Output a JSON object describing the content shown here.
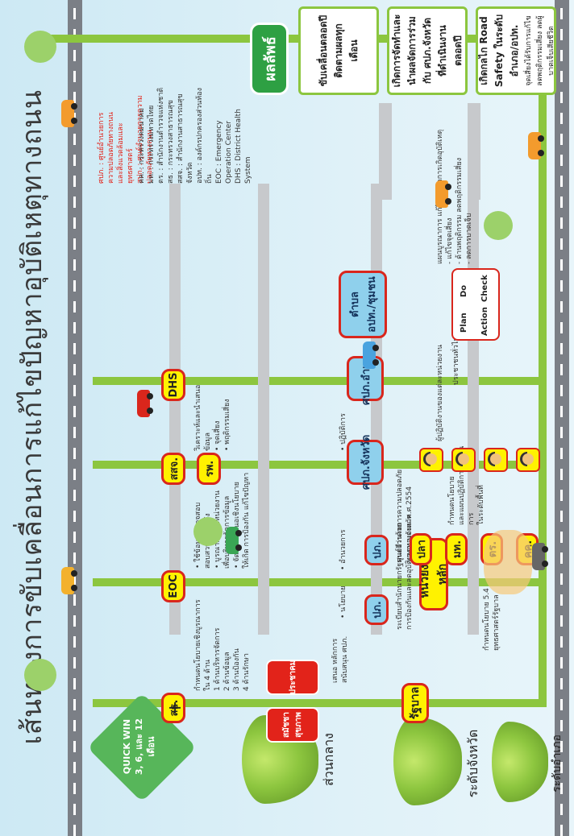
{
  "title": "เส้นทางการขับเคลื่อนการแก้ไขปัญหาอุบัติเหตุทางถนน",
  "quick_win": {
    "line1": "QUICK WIN",
    "line2": "3, 6, และ 12",
    "line3": "เดือน"
  },
  "levels": {
    "central": "ส่วนกลาง",
    "province": "ระดับจังหวัด",
    "district": "ระดับอำเภอ"
  },
  "nodes": {
    "sor": "สธ.",
    "eoc": "EOC",
    "sorsor": "สสจ.",
    "sorwor": "รพ.",
    "dhs": "DHS",
    "rataban": "รัฐบาล",
    "main_agency": "หน่วยงานหลัก",
    "kk": "คค.",
    "ms": "มท.",
    "tr": "ตร.",
    "other": "ปลา",
    "pormor": "ปภ.",
    "pormor2": "ปภ.",
    "sopor_prov": "ศปภ.จังหวัด",
    "sopor_dist": "ศปภ.อำเภอ",
    "tambon": "ตำบล\nอปท./ชุมชน",
    "health_assembly": "สมัชชาสุขภาพ",
    "prachakom": "ประชาคม",
    "plan": "Plan",
    "do": "Do",
    "action": "Action",
    "check": "Check",
    "result": "ผลลัพธ์"
  },
  "notes": {
    "policy_4": [
      "กำหนดนโยบายเชิงบูรณาการใน 4 ด้าน",
      "1 ด้านบริหารจัดการ",
      "2 ด้านข้อมูล",
      "3 ด้านป้องกัน",
      "4 ด้านรักษา"
    ],
    "proposal": [
      "เสนอ หลักการ",
      "สนับสนุน ศปภ."
    ],
    "policy_main": [
      "กำหนดนโยบาย 5.4",
      "ยุทธศาสตร์รัฐบาล"
    ],
    "eoc_notes": [
      "• ใช้ข้อมูล ตรวจสอบ",
      "  สอบสวน เฝ้าระวัง",
      "• บูรณาการทุกหน่วยงาน",
      "  เพื่อบริหารจัดการข้อมูล",
      "• จัดทำข้อเสนอเชิงนโยบาย",
      "  ให้เกิด การป้องกัน แก้ไขปัญหา"
    ],
    "policy_dept": "• นโยบาย",
    "command": "• อำนวยการ",
    "operation": "• ปฏิบัติการ",
    "province_notes": [
      "วิเคราะห์และนำเสนอข้อมูล",
      "• จุดเสี่ยง",
      "• พฤติกรรมเสี่ยง"
    ],
    "law": [
      "ระเบียบสำนักนายกรัฐมนตรีว่าด้วย",
      "การป้องกันและลดอุบัติเหตุทางถนน พ.ศ.2554"
    ],
    "coord": [
      "ศูนย์อำนวยการความปลอดภัย",
      "ทางถนนจังหวัด"
    ],
    "enforce": [
      "กำหนดนโยบาย",
      "และแผนปฏิบัติการดำเนินการ",
      "ในระดับพื้นที่"
    ],
    "participants": "ผู้ปฏิบัติงานของแต่ละหน่วยงาน",
    "people": "ประชาชนทั่วไป",
    "pdca_note": [
      "แผนบูรณาการ แก้ไขปัญหาการเกิดอุบัติเหตุ",
      "- แก้ไขจุดเสี่ยง",
      "- ด้านพฤติกรรม ลดพฤติกรรมเสี่ยง",
      "- ลดการบาดเจ็บ"
    ]
  },
  "results": {
    "r1": "ขับเคลื่อนตลอดปี ติดตามผลทุกเดือน",
    "r2": "เกิดการจัดทำและนำผลจัดการร่วมกับ ศปภ.จังหวัด ที่ดำเนินงานตลอดปี",
    "r3": "เกิดกลไก Road Safety ในระดับอำเภอ/อปท.",
    "r3_sub": "จุดเสี่ยงได้รับการแก้ไข ลดพฤติกรรมเสี่ยง ลดผู้บาดเจ็บเสียชีวิต"
  },
  "legend": {
    "abbr_red": [
      "ศปภ. : ศูนย์อำนวยการความปลอดภัยทางถนน",
      "และสิ่งแวดล้อมและยุทธศาสตร์",
      "สปก. : ศูนย์อำนวยการความปลอดภัยทางถนน"
    ],
    "abbr": [
      "คค. : กระทรวงคมนาคม",
      "มท. : กระทรวงมหาดไทย",
      "ตร. : สำนักงานตำรวจแห่งชาติ",
      "สธ. : กระทรวงสาธารณสุข",
      "สสจ. : สำนักงานสาธารณสุขจังหวัด",
      "อปท. : องค์กรปกครองส่วนท้องถิ่น",
      "EOC : Emergency Operation Center",
      "DHS : District Health System"
    ]
  },
  "colors": {
    "red": "#e2231a",
    "yellow": "#fff200",
    "green": "#8cc63f",
    "blue": "#8fd0ec",
    "road": "#7b7f86"
  }
}
